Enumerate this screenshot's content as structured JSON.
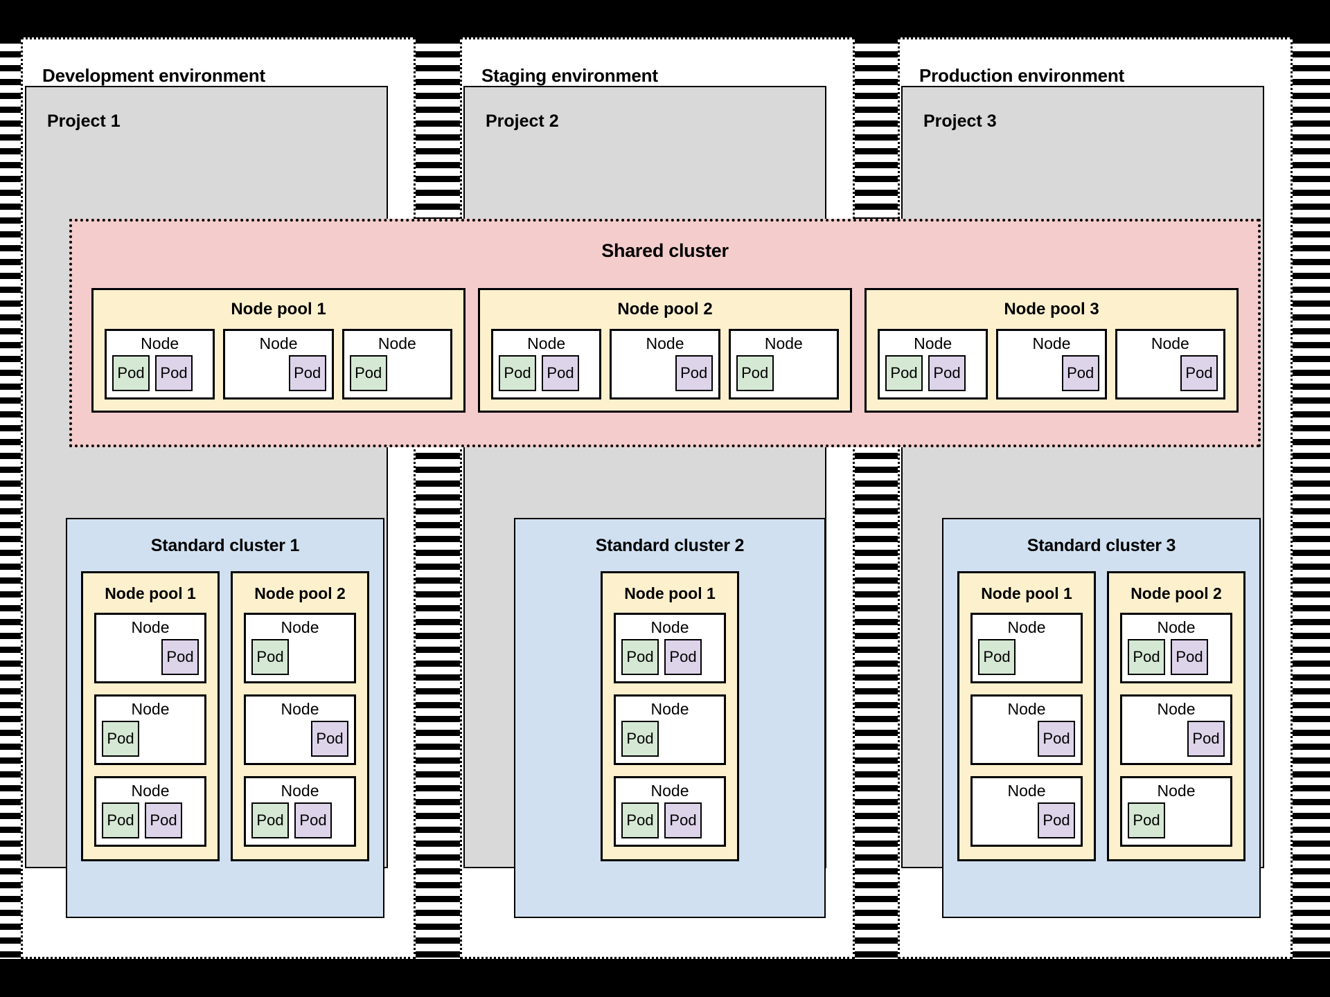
{
  "colors": {
    "project_gray": "#d9d9d9",
    "shared_cluster_pink": "#f4cccc",
    "standard_cluster_blue": "#d0e0f0",
    "node_pool_yellow": "#fdf0cd",
    "pod_green": "#d5e8d4",
    "pod_purple": "#ddd4ea",
    "node_white": "#ffffff",
    "border_black": "#000000"
  },
  "labels": {
    "node": "Node",
    "pod": "Pod"
  },
  "environments": [
    {
      "title": "Development environment",
      "project": "Project 1",
      "standard_cluster": {
        "title": "Standard cluster 1",
        "pools": [
          {
            "title": "Node pool 1",
            "nodes": [
              {
                "align": "right",
                "pods": [
                  "purple"
                ]
              },
              {
                "align": "left",
                "pods": [
                  "green"
                ]
              },
              {
                "align": "left",
                "pods": [
                  "green",
                  "purple"
                ]
              }
            ]
          },
          {
            "title": "Node pool 2",
            "nodes": [
              {
                "align": "left",
                "pods": [
                  "green"
                ]
              },
              {
                "align": "right",
                "pods": [
                  "purple"
                ]
              },
              {
                "align": "left",
                "pods": [
                  "green",
                  "purple"
                ]
              }
            ]
          }
        ]
      }
    },
    {
      "title": "Staging environment",
      "project": "Project 2",
      "standard_cluster": {
        "title": "Standard cluster 2",
        "pools": [
          {
            "title": "Node pool 1",
            "nodes": [
              {
                "align": "left",
                "pods": [
                  "green",
                  "purple"
                ]
              },
              {
                "align": "left",
                "pods": [
                  "green"
                ]
              },
              {
                "align": "left",
                "pods": [
                  "green",
                  "purple"
                ]
              }
            ]
          }
        ]
      }
    },
    {
      "title": "Production environment",
      "project": "Project 3",
      "standard_cluster": {
        "title": "Standard cluster 3",
        "pools": [
          {
            "title": "Node pool 1",
            "nodes": [
              {
                "align": "left",
                "pods": [
                  "green"
                ]
              },
              {
                "align": "right",
                "pods": [
                  "purple"
                ]
              },
              {
                "align": "right",
                "pods": [
                  "purple"
                ]
              }
            ]
          },
          {
            "title": "Node pool 2",
            "nodes": [
              {
                "align": "left",
                "pods": [
                  "green",
                  "purple"
                ]
              },
              {
                "align": "right",
                "pods": [
                  "purple"
                ]
              },
              {
                "align": "left",
                "pods": [
                  "green"
                ]
              }
            ]
          }
        ]
      }
    }
  ],
  "shared_cluster": {
    "title": "Shared cluster",
    "pools": [
      {
        "title": "Node pool 1",
        "nodes": [
          {
            "align": "left",
            "pods": [
              "green",
              "purple"
            ]
          },
          {
            "align": "right",
            "pods": [
              "purple"
            ]
          },
          {
            "align": "left",
            "pods": [
              "green"
            ]
          }
        ]
      },
      {
        "title": "Node pool 2",
        "nodes": [
          {
            "align": "left",
            "pods": [
              "green",
              "purple"
            ]
          },
          {
            "align": "right",
            "pods": [
              "purple"
            ]
          },
          {
            "align": "left",
            "pods": [
              "green"
            ]
          }
        ]
      },
      {
        "title": "Node pool 3",
        "nodes": [
          {
            "align": "left",
            "pods": [
              "green",
              "purple"
            ]
          },
          {
            "align": "right",
            "pods": [
              "purple"
            ]
          },
          {
            "align": "right",
            "pods": [
              "purple"
            ]
          }
        ]
      }
    ]
  }
}
